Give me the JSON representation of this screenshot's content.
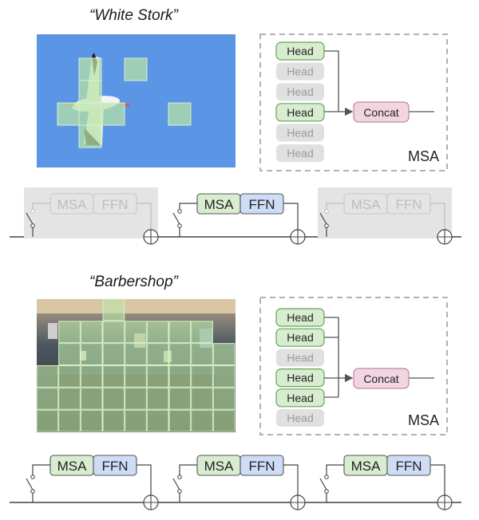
{
  "examples": [
    {
      "caption": "“White Stork”",
      "msa": {
        "label": "MSA",
        "concat_label": "Concat",
        "heads": [
          {
            "label": "Head",
            "active": true
          },
          {
            "label": "Head",
            "active": false
          },
          {
            "label": "Head",
            "active": false
          },
          {
            "label": "Head",
            "active": true
          },
          {
            "label": "Head",
            "active": false
          },
          {
            "label": "Head",
            "active": false
          }
        ]
      },
      "blocks": [
        {
          "msa_label": "MSA",
          "ffn_label": "FFN",
          "active": false
        },
        {
          "msa_label": "MSA",
          "ffn_label": "FFN",
          "active": true
        },
        {
          "msa_label": "MSA",
          "ffn_label": "FFN",
          "active": false
        }
      ]
    },
    {
      "caption": "“Barbershop”",
      "msa": {
        "label": "MSA",
        "concat_label": "Concat",
        "heads": [
          {
            "label": "Head",
            "active": true
          },
          {
            "label": "Head",
            "active": true
          },
          {
            "label": "Head",
            "active": false
          },
          {
            "label": "Head",
            "active": true
          },
          {
            "label": "Head",
            "active": true
          },
          {
            "label": "Head",
            "active": false
          }
        ]
      },
      "blocks": [
        {
          "msa_label": "MSA",
          "ffn_label": "FFN",
          "active": true
        },
        {
          "msa_label": "MSA",
          "ffn_label": "FFN",
          "active": true
        },
        {
          "msa_label": "MSA",
          "ffn_label": "FFN",
          "active": true
        }
      ]
    }
  ],
  "colors": {
    "head_active_fill": "#d8ecd0",
    "head_active_stroke": "#6aa25c",
    "head_inactive_fill": "#e0e0e0",
    "head_inactive_text": "#9a9a9a",
    "concat_fill": "#f1d6e2",
    "concat_stroke": "#b5708f",
    "msa_fill": "#d8ecd0",
    "ffn_fill": "#cfdcf5",
    "inactive_block_bg": "#e4e4e4",
    "patch_fill": "#b9e5a6",
    "sky": "#5b95e6"
  }
}
